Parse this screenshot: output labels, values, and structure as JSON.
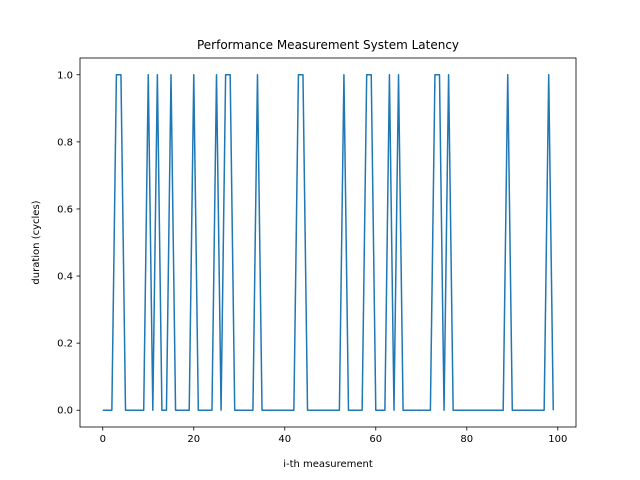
{
  "chart_data": {
    "type": "line",
    "title": "Performance Measurement System Latency",
    "xlabel": "i-th measurement",
    "ylabel": "duration (cycles)",
    "xlim": [
      -5,
      104
    ],
    "ylim": [
      -0.05,
      1.05
    ],
    "x_ticks": [
      0,
      20,
      40,
      60,
      80,
      100
    ],
    "x_tick_labels": [
      "0",
      "20",
      "40",
      "60",
      "80",
      "100"
    ],
    "y_ticks": [
      0.0,
      0.2,
      0.4,
      0.6,
      0.8,
      1.0
    ],
    "y_tick_labels": [
      "0.0",
      "0.2",
      "0.4",
      "0.6",
      "0.8",
      "1.0"
    ],
    "grid": false,
    "legend": "none",
    "series": [
      {
        "color": "#1f77b4",
        "x": [
          0,
          1,
          2,
          3,
          4,
          5,
          6,
          7,
          8,
          9,
          10,
          11,
          12,
          13,
          14,
          15,
          16,
          17,
          18,
          19,
          20,
          21,
          22,
          23,
          24,
          25,
          26,
          27,
          28,
          29,
          30,
          31,
          32,
          33,
          34,
          35,
          36,
          37,
          38,
          39,
          40,
          41,
          42,
          43,
          44,
          45,
          46,
          47,
          48,
          49,
          50,
          51,
          52,
          53,
          54,
          55,
          56,
          57,
          58,
          59,
          60,
          61,
          62,
          63,
          64,
          65,
          66,
          67,
          68,
          69,
          70,
          71,
          72,
          73,
          74,
          75,
          76,
          77,
          78,
          79,
          80,
          81,
          82,
          83,
          84,
          85,
          86,
          87,
          88,
          89,
          90,
          91,
          92,
          93,
          94,
          95,
          96,
          97,
          98,
          99
        ],
        "y": [
          0,
          0,
          0,
          1,
          1,
          0,
          0,
          0,
          0,
          0,
          1,
          0,
          1,
          0,
          0,
          1,
          0,
          0,
          0,
          0,
          1,
          0,
          0,
          0,
          0,
          1,
          0,
          1,
          1,
          0,
          0,
          0,
          0,
          0,
          1,
          0,
          0,
          0,
          0,
          0,
          0,
          0,
          0,
          1,
          1,
          0,
          0,
          0,
          0,
          0,
          0,
          0,
          0,
          1,
          0,
          0,
          0,
          0,
          1,
          1,
          0,
          0,
          0,
          1,
          0,
          1,
          0,
          0,
          0,
          0,
          0,
          0,
          0,
          1,
          1,
          0,
          1,
          0,
          0,
          0,
          0,
          0,
          0,
          0,
          0,
          0,
          0,
          0,
          0,
          1,
          0,
          0,
          0,
          0,
          0,
          0,
          0,
          0,
          1,
          0
        ]
      }
    ]
  }
}
